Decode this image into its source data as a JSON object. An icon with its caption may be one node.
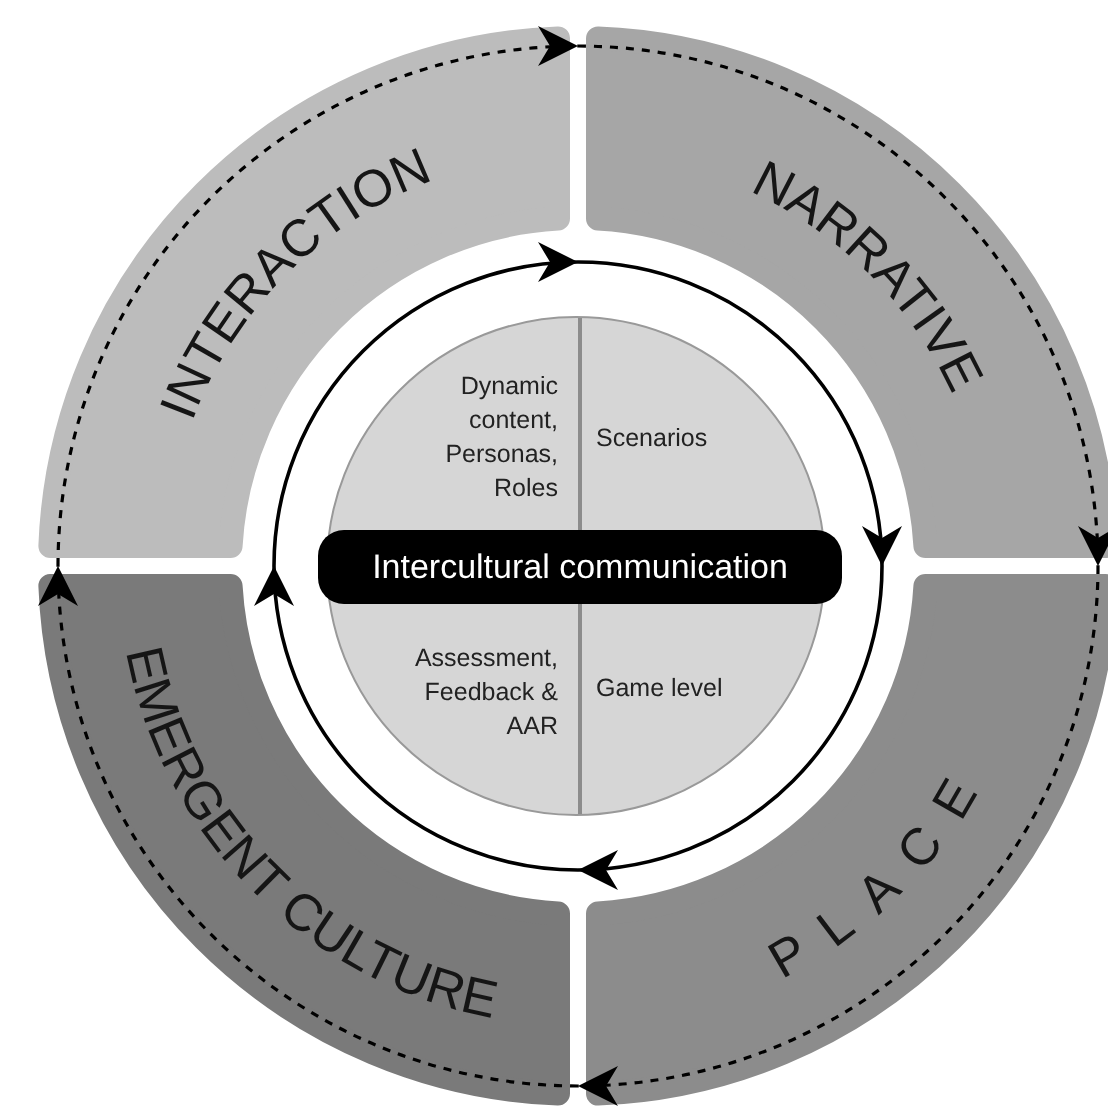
{
  "diagram": {
    "nodes": [
      {
        "text": [
          "INTERACTION"
        ]
      },
      {
        "text": [
          "NARRATIVE"
        ]
      },
      {
        "text": [
          "PLACE"
        ]
      },
      {
        "text": [
          "EMERGENT CULTURE"
        ]
      },
      {
        "text": [],
        "shape": "circle"
      },
      {
        "text": [
          "Dynamic content, Personas, Roles"
        ],
        "in": 4
      },
      {
        "text": [
          "Scenarios"
        ],
        "in": 4
      },
      {
        "text": [
          "Intercultural communication"
        ],
        "in": 4
      },
      {
        "text": [
          "Assessment, Feedback & AAR"
        ],
        "in": 4
      },
      {
        "text": [
          "Game level"
        ],
        "in": 4
      }
    ],
    "edges": [
      {
        "from": 0,
        "to": 1,
        "arrow": "to",
        "style": "dashed"
      },
      {
        "from": 1,
        "to": 2,
        "arrow": "to",
        "style": "dashed"
      },
      {
        "from": 2,
        "to": 3,
        "arrow": "to",
        "style": "dashed"
      },
      {
        "from": 3,
        "to": 0,
        "arrow": "to",
        "style": "dashed"
      }
    ]
  }
}
